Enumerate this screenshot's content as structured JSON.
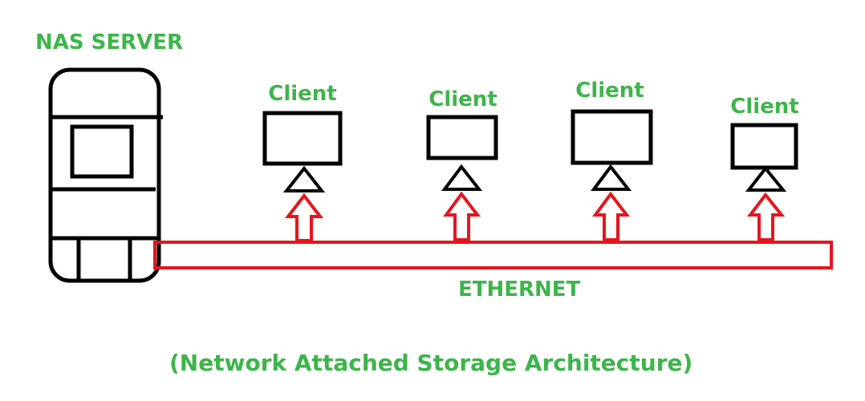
{
  "title": "NAS SERVER",
  "clients": [
    {
      "label": "Client"
    },
    {
      "label": "Client"
    },
    {
      "label": "Client"
    },
    {
      "label": "Client"
    }
  ],
  "bus_label": "ETHERNET",
  "caption": "(Network Attached Storage Architecture)",
  "colors": {
    "label": "#3db54a",
    "link": "#e8141c",
    "outline": "#000000"
  }
}
